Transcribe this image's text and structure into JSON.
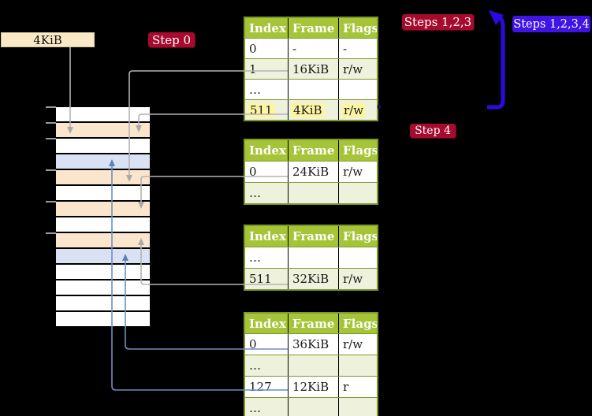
{
  "labels": {
    "size_label": "4KiB"
  },
  "badges": {
    "step0": "Step 0",
    "steps123": "Steps 1,2,3",
    "steps1234": "Steps 1,2,3,4",
    "step4": "Step 4"
  },
  "tables": [
    {
      "name": "page-table-level-4",
      "columns": [
        "Index",
        "Frame",
        "Flags"
      ],
      "rows": [
        {
          "cells": [
            "0",
            "-",
            "-"
          ],
          "shade": "white"
        },
        {
          "cells": [
            "1",
            "16KiB",
            "r/w"
          ],
          "shade": "green"
        },
        {
          "cells": [
            "…",
            "",
            ""
          ],
          "shade": "white"
        },
        {
          "cells": [
            "511",
            "4KiB",
            "r/w"
          ],
          "shade": "green",
          "highlight": true
        }
      ]
    },
    {
      "name": "page-table-level-3",
      "columns": [
        "Index",
        "Frame",
        "Flags"
      ],
      "rows": [
        {
          "cells": [
            "0",
            "24KiB",
            "r/w"
          ],
          "shade": "white"
        },
        {
          "cells": [
            "…",
            "",
            ""
          ],
          "shade": "green"
        }
      ]
    },
    {
      "name": "page-table-level-2",
      "columns": [
        "Index",
        "Frame",
        "Flags"
      ],
      "rows": [
        {
          "cells": [
            "…",
            "",
            ""
          ],
          "shade": "white"
        },
        {
          "cells": [
            "511",
            "32KiB",
            "r/w"
          ],
          "shade": "green"
        }
      ]
    },
    {
      "name": "page-table-level-1",
      "columns": [
        "Index",
        "Frame",
        "Flags"
      ],
      "rows": [
        {
          "cells": [
            "0",
            "36KiB",
            "r/w"
          ],
          "shade": "white"
        },
        {
          "cells": [
            "…",
            "",
            ""
          ],
          "shade": "green"
        },
        {
          "cells": [
            "127",
            "12KiB",
            "r"
          ],
          "shade": "white"
        },
        {
          "cells": [
            "…",
            "",
            ""
          ],
          "shade": "green"
        }
      ]
    }
  ],
  "memory": {
    "rows": [
      "white",
      "peach",
      "white",
      "blue",
      "peach",
      "white",
      "peach",
      "white",
      "peach",
      "blue",
      "white",
      "white",
      "white",
      "white"
    ],
    "ticks_y": [
      135,
      155,
      175,
      215,
      255,
      295
    ]
  },
  "colors": {
    "header_green": "#a5c437",
    "row_green": "#eef1dc",
    "table_border": "#7e982b",
    "frame_table_peach": "#fce5cd",
    "mapped_page_blue": "#d9e2f3",
    "badge_crimson": "#a60b2e",
    "badge_blueviolet": "#4014e4",
    "loop_arrow_blue": "#2b0ae2",
    "connector_gray": "#b3b3b3",
    "connector_steelblue": "#6e8ec0",
    "highlight_yellow": "#fcf5a3",
    "size_label_bg": "#f9e9c6"
  }
}
